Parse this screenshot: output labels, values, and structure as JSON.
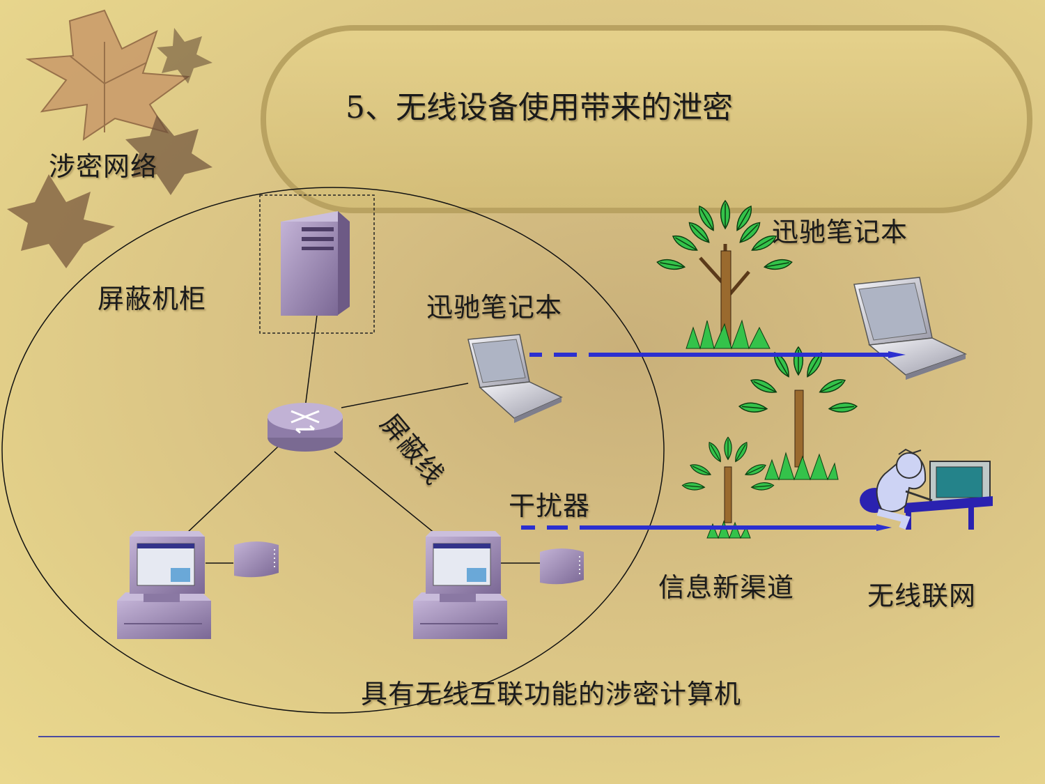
{
  "slide": {
    "title": "5、无线设备使用带来的泄密",
    "corner_label": "涉密网络"
  },
  "labels": {
    "shielded_cabinet": "屏蔽机柜",
    "laptop_inner": "迅驰笔记本",
    "shielded_cable": "屏蔽线",
    "jammer": "干扰器",
    "laptop_outer": "迅驰笔记本",
    "new_channel": "信息新渠道",
    "wireless_internet": "无线联网",
    "caption": "具有无线互联功能的涉密计算机"
  },
  "colors": {
    "background": "#e3d089",
    "device_purple": "#9a86b0",
    "wireless_link": "#2b2fd0",
    "title_box": "#ddc77f",
    "footer_line": "#4a4aa0"
  },
  "icons": [
    "maple-leaf-icon",
    "server-tower-icon",
    "router-icon",
    "laptop-icon",
    "desktop-computer-icon",
    "modem-icon",
    "tree-icon",
    "person-at-computer-icon"
  ]
}
